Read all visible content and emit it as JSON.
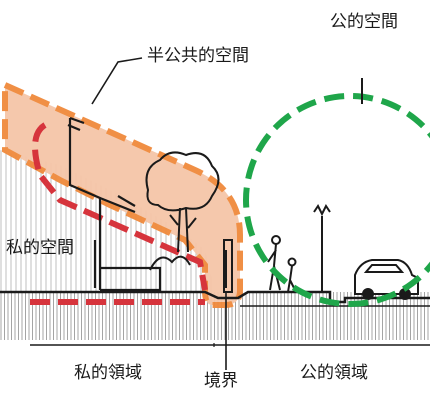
{
  "labels": {
    "public_space": "公的空間",
    "semi_public_space": "半公共的空間",
    "private_space": "私的空間",
    "private_domain": "私的領域",
    "boundary": "境界",
    "public_domain": "公的領域"
  },
  "colors": {
    "semi_public_fill": "#f5c6a8",
    "semi_public_outline": "#f08a3c",
    "private_outline": "#d6343c",
    "public_outline": "#1fa64a",
    "ink": "#1a1a1a"
  }
}
